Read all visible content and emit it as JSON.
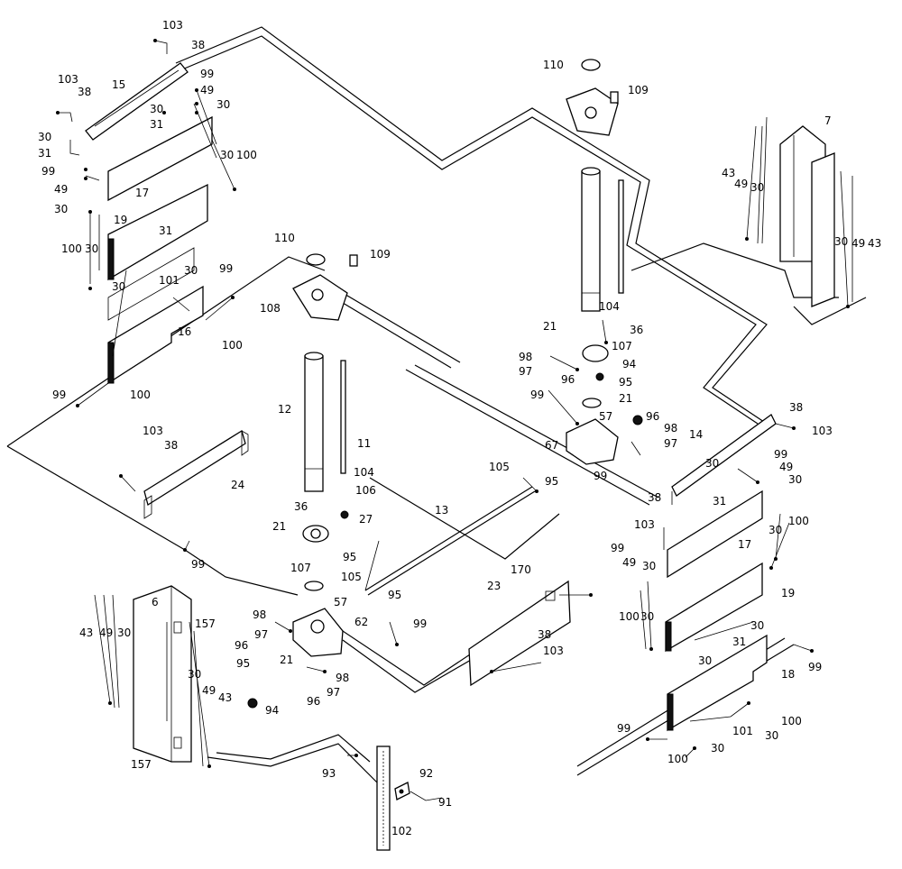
{
  "labels": [
    {
      "id": "l103a",
      "text": "103"
    },
    {
      "id": "l38a",
      "text": "38"
    },
    {
      "id": "l103b",
      "text": "103"
    },
    {
      "id": "l38b",
      "text": "38"
    },
    {
      "id": "l15",
      "text": "15"
    },
    {
      "id": "l99a",
      "text": "99"
    },
    {
      "id": "l49a",
      "text": "49"
    },
    {
      "id": "l30a",
      "text": "30"
    },
    {
      "id": "l30b",
      "text": "30"
    },
    {
      "id": "l31a",
      "text": "31"
    },
    {
      "id": "l30c",
      "text": "30"
    },
    {
      "id": "l31b",
      "text": "31"
    },
    {
      "id": "l30d",
      "text": "30"
    },
    {
      "id": "l100a",
      "text": "100"
    },
    {
      "id": "l99b",
      "text": "99"
    },
    {
      "id": "l49b",
      "text": "49"
    },
    {
      "id": "l30e",
      "text": "30"
    },
    {
      "id": "l17a",
      "text": "17"
    },
    {
      "id": "l19a",
      "text": "19"
    },
    {
      "id": "l31c",
      "text": "31"
    },
    {
      "id": "l100b",
      "text": "100"
    },
    {
      "id": "l30f",
      "text": "30"
    },
    {
      "id": "l30g",
      "text": "30"
    },
    {
      "id": "l30h",
      "text": "30"
    },
    {
      "id": "l101a",
      "text": "101"
    },
    {
      "id": "l99c",
      "text": "99"
    },
    {
      "id": "l16",
      "text": "16"
    },
    {
      "id": "l100c",
      "text": "100"
    },
    {
      "id": "l100d",
      "text": "100"
    },
    {
      "id": "l99d",
      "text": "99"
    },
    {
      "id": "l110a",
      "text": "110"
    },
    {
      "id": "l109a",
      "text": "109"
    },
    {
      "id": "l108",
      "text": "108"
    },
    {
      "id": "l12",
      "text": "12"
    },
    {
      "id": "l11",
      "text": "11"
    },
    {
      "id": "l103c",
      "text": "103"
    },
    {
      "id": "l38c",
      "text": "38"
    },
    {
      "id": "l24",
      "text": "24"
    },
    {
      "id": "l104a",
      "text": "104"
    },
    {
      "id": "l36a",
      "text": "36"
    },
    {
      "id": "l106",
      "text": "106"
    },
    {
      "id": "l21a",
      "text": "21"
    },
    {
      "id": "l27",
      "text": "27"
    },
    {
      "id": "l107a",
      "text": "107"
    },
    {
      "id": "l95a",
      "text": "95"
    },
    {
      "id": "l99e",
      "text": "99"
    },
    {
      "id": "l105a",
      "text": "105"
    },
    {
      "id": "l95b",
      "text": "95"
    },
    {
      "id": "l57a",
      "text": "57"
    },
    {
      "id": "l62",
      "text": "62"
    },
    {
      "id": "l98a",
      "text": "98"
    },
    {
      "id": "l97a",
      "text": "97"
    },
    {
      "id": "l96a",
      "text": "96"
    },
    {
      "id": "l21b",
      "text": "21"
    },
    {
      "id": "l95c",
      "text": "95"
    },
    {
      "id": "l94a",
      "text": "94"
    },
    {
      "id": "l98b",
      "text": "98"
    },
    {
      "id": "l97b",
      "text": "97"
    },
    {
      "id": "l96b",
      "text": "96"
    },
    {
      "id": "l6",
      "text": "6"
    },
    {
      "id": "l157a",
      "text": "157"
    },
    {
      "id": "l43a",
      "text": "43"
    },
    {
      "id": "l49c",
      "text": "49"
    },
    {
      "id": "l30i",
      "text": "30"
    },
    {
      "id": "l30j",
      "text": "30"
    },
    {
      "id": "l49d",
      "text": "49"
    },
    {
      "id": "l43b",
      "text": "43"
    },
    {
      "id": "l157b",
      "text": "157"
    },
    {
      "id": "l93",
      "text": "93"
    },
    {
      "id": "l92",
      "text": "92"
    },
    {
      "id": "l91",
      "text": "91"
    },
    {
      "id": "l102",
      "text": "102"
    },
    {
      "id": "l13",
      "text": "13"
    },
    {
      "id": "l105b",
      "text": "105"
    },
    {
      "id": "l95d",
      "text": "95"
    },
    {
      "id": "l99f",
      "text": "99"
    },
    {
      "id": "l170",
      "text": "170"
    },
    {
      "id": "l23",
      "text": "23"
    },
    {
      "id": "l38d",
      "text": "38"
    },
    {
      "id": "l103d",
      "text": "103"
    },
    {
      "id": "l110b",
      "text": "110"
    },
    {
      "id": "l109b",
      "text": "109"
    },
    {
      "id": "l7",
      "text": "7"
    },
    {
      "id": "l43c",
      "text": "43"
    },
    {
      "id": "l49e",
      "text": "49"
    },
    {
      "id": "l30k",
      "text": "30"
    },
    {
      "id": "l30l",
      "text": "30"
    },
    {
      "id": "l49f",
      "text": "49"
    },
    {
      "id": "l43d",
      "text": "43"
    },
    {
      "id": "l104b",
      "text": "104"
    },
    {
      "id": "l36b",
      "text": "36"
    },
    {
      "id": "l21c",
      "text": "21"
    },
    {
      "id": "l107b",
      "text": "107"
    },
    {
      "id": "l94b",
      "text": "94"
    },
    {
      "id": "l98c",
      "text": "98"
    },
    {
      "id": "l97c",
      "text": "97"
    },
    {
      "id": "l96c",
      "text": "96"
    },
    {
      "id": "l95e",
      "text": "95"
    },
    {
      "id": "l99g",
      "text": "99"
    },
    {
      "id": "l21d",
      "text": "21"
    },
    {
      "id": "l57b",
      "text": "57"
    },
    {
      "id": "l96d",
      "text": "96"
    },
    {
      "id": "l98d",
      "text": "98"
    },
    {
      "id": "l97d",
      "text": "97"
    },
    {
      "id": "l67",
      "text": "67"
    },
    {
      "id": "l99h",
      "text": "99"
    },
    {
      "id": "l38e",
      "text": "38"
    },
    {
      "id": "l103e",
      "text": "103"
    },
    {
      "id": "l14",
      "text": "14"
    },
    {
      "id": "l99i",
      "text": "99"
    },
    {
      "id": "l49g",
      "text": "49"
    },
    {
      "id": "l30m",
      "text": "30"
    },
    {
      "id": "l30n",
      "text": "30"
    },
    {
      "id": "l31d",
      "text": "31"
    },
    {
      "id": "l38f",
      "text": "38"
    },
    {
      "id": "l103f",
      "text": "103"
    },
    {
      "id": "l100e",
      "text": "100"
    },
    {
      "id": "l99j",
      "text": "99"
    },
    {
      "id": "l49h",
      "text": "49"
    },
    {
      "id": "l30o",
      "text": "30"
    },
    {
      "id": "l17b",
      "text": "17"
    },
    {
      "id": "l30p",
      "text": "30"
    },
    {
      "id": "l19b",
      "text": "19"
    },
    {
      "id": "l100f",
      "text": "100"
    },
    {
      "id": "l30q",
      "text": "30"
    },
    {
      "id": "l30r",
      "text": "30"
    },
    {
      "id": "l31e",
      "text": "31"
    },
    {
      "id": "l30s",
      "text": "30"
    },
    {
      "id": "l18",
      "text": "18"
    },
    {
      "id": "l99k",
      "text": "99"
    },
    {
      "id": "l100g",
      "text": "100"
    },
    {
      "id": "l30t",
      "text": "30"
    },
    {
      "id": "l101b",
      "text": "101"
    },
    {
      "id": "l99l",
      "text": "99"
    },
    {
      "id": "l30u",
      "text": "30"
    },
    {
      "id": "l100h",
      "text": "100"
    }
  ]
}
